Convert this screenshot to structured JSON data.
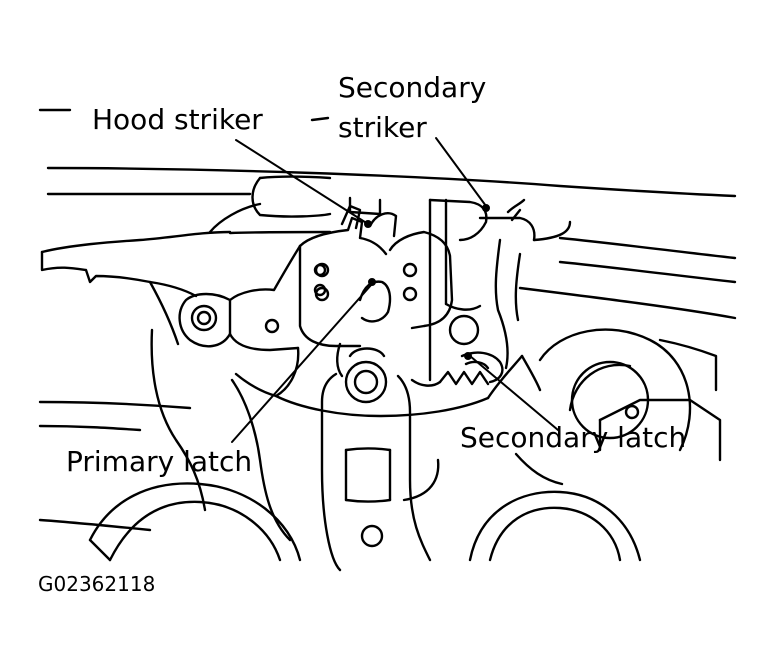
{
  "labels": {
    "hood_striker": "Hood striker",
    "secondary_striker_line1": "Secondary",
    "secondary_striker_line2": "striker",
    "primary_latch": "Primary latch",
    "secondary_latch": "Secondary latch"
  },
  "figure_code": "G02362118",
  "colors": {
    "ink": "#000000",
    "background": "#ffffff"
  }
}
